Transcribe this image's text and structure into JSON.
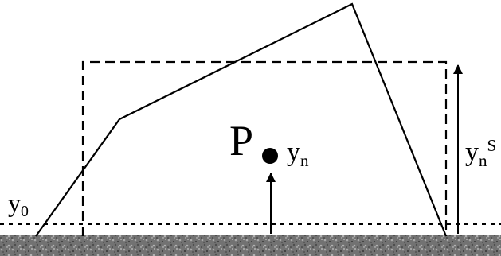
{
  "labels": {
    "point": "P",
    "point_level": {
      "base": "y",
      "sub": "n"
    },
    "arrow_level": {
      "base": "y",
      "sub": "n",
      "sup": "S"
    },
    "ground_level": {
      "base": "y",
      "sub": "0"
    }
  },
  "colors": {
    "ink": "#000000",
    "background": "#ffffff",
    "ground": "#6f6f6f"
  }
}
